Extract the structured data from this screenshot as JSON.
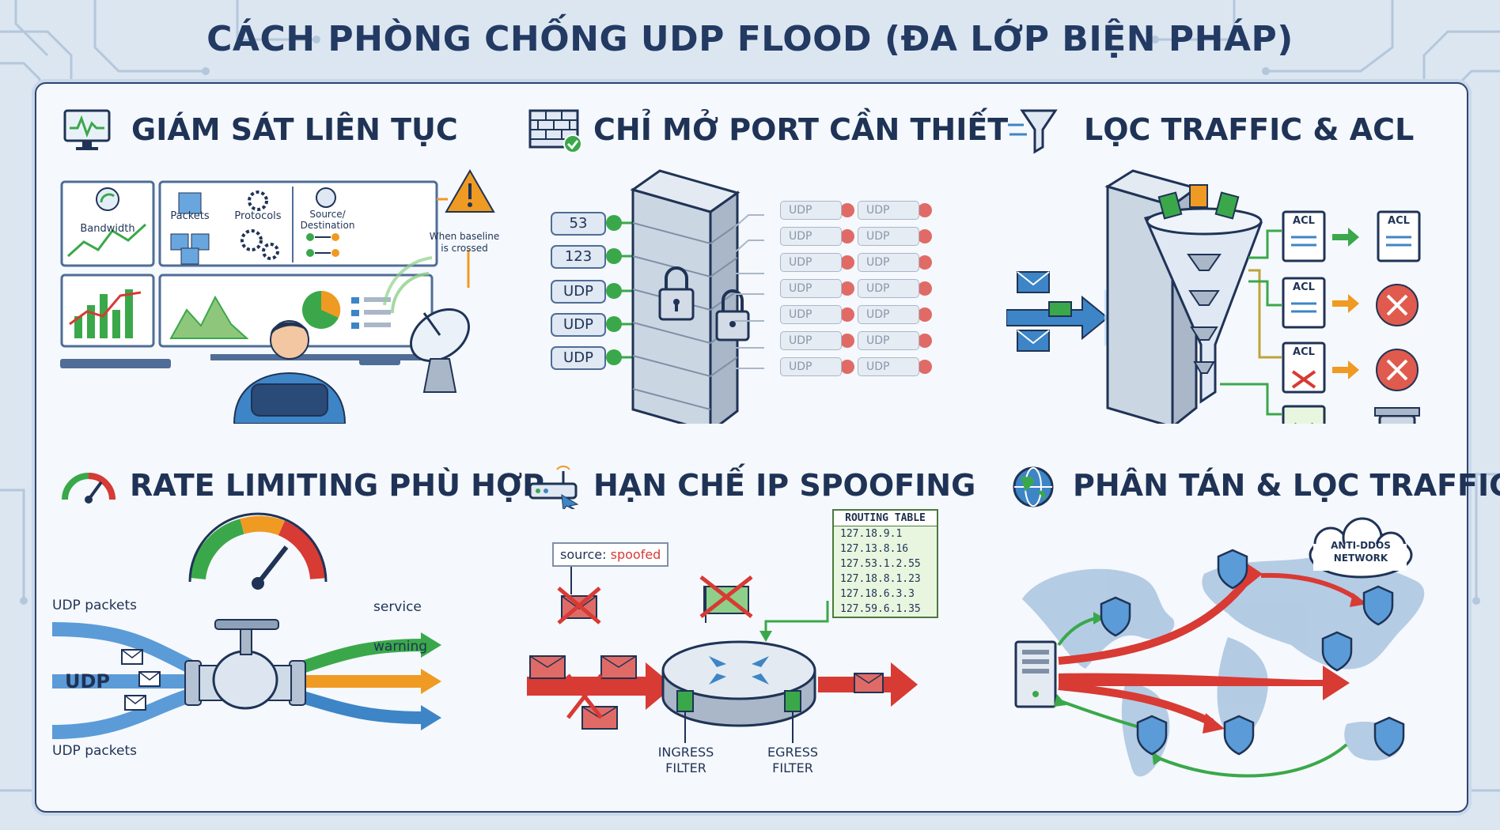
{
  "title": "CÁCH PHÒNG CHỐNG UDP FLOOD (ĐA LỚP BIỆN PHÁP)",
  "colors": {
    "accent_green": "#3aa84a",
    "accent_red": "#d83a34",
    "accent_orange": "#ef9a22",
    "accent_blue": "#3d85c6",
    "navy": "#1f3356"
  },
  "panels": {
    "monitoring": {
      "title": "GIÁM SÁT LIÊN TỤC",
      "icon": "monitor-chart-icon",
      "metrics": [
        "Bandwidth",
        "Packets",
        "Protocols",
        "Source/ Destination"
      ],
      "alert": "When baseline is crossed"
    },
    "ports": {
      "title": "CHỈ MỞ PORT CẦN THIẾT",
      "icon": "firewall-check-icon",
      "open_ports": [
        "53",
        "123",
        "UDP",
        "UDP",
        "UDP"
      ],
      "blocked_label": "UDP"
    },
    "acl": {
      "title": "LỌC TRAFFIC & ACL",
      "icon": "funnel-icon",
      "acl_label": "ACL"
    },
    "rate_limit": {
      "title": "RATE LIMITING PHÙ HỢP",
      "icon": "gauge-icon",
      "input_top": "UDP packets",
      "input_center": "UDP",
      "input_bottom": "UDP packets",
      "out_service": "service",
      "out_warning": "warning"
    },
    "spoofing": {
      "title": "HẠN CHẾ IP SPOOFING",
      "icon": "router-icon",
      "source_label": "source:",
      "source_value": "spoofed",
      "routing_title": "ROUTING TABLE",
      "routes": [
        "127.18.9.1",
        "127.13.8.16",
        "127.53.1.2.55",
        "127.18.8.1.23",
        "127.18.6.3.3",
        "127.59.6.1.35"
      ],
      "ingress": "INGRESS FILTER",
      "egress": "EGRESS FILTER"
    },
    "distribute": {
      "title": "PHÂN TÁN & LỌC TRAFFIC",
      "icon": "globe-icon",
      "network_label": "ANTI-DDOS NETWORK"
    }
  }
}
